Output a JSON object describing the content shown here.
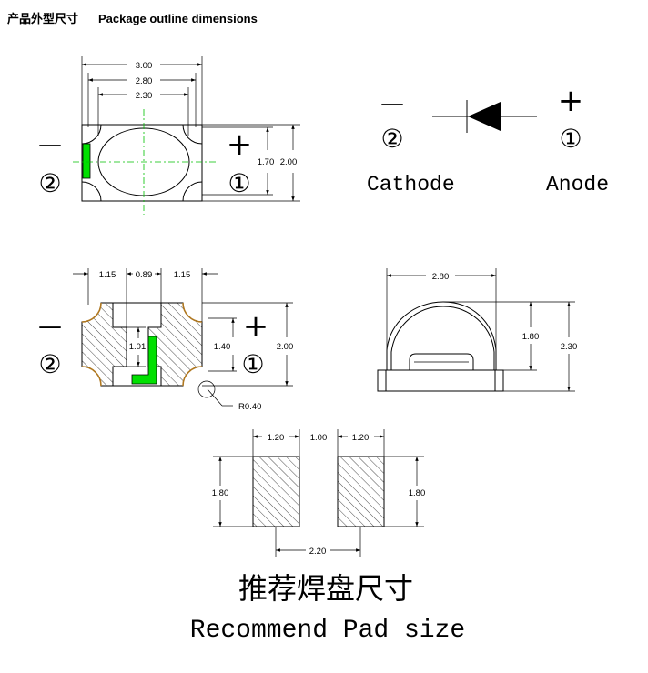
{
  "header": {
    "title_cn": "产品外型尺寸",
    "title_en": "Package outline dimensions"
  },
  "top_view": {
    "dims": {
      "overall_length": "3.00",
      "inner_length": "2.80",
      "lens_length": "2.30",
      "inner_height": "1.70",
      "overall_height": "2.00"
    },
    "minus_sign": "—",
    "plus_sign": "+",
    "pin2": "②",
    "pin1": "①"
  },
  "symbol": {
    "minus_sign": "—",
    "plus_sign": "+",
    "pin2": "②",
    "pin1": "①",
    "cathode_label": "Cathode",
    "anode_label": "Anode"
  },
  "bottom_view": {
    "dims": {
      "left_pad": "1.15",
      "gap": "0.89",
      "right_pad": "1.15",
      "center_height": "1.01",
      "pad_height": "1.40",
      "overall_height": "2.00",
      "corner_radius": "R0.40"
    },
    "minus_sign": "—",
    "plus_sign": "+",
    "pin2": "②",
    "pin1": "①"
  },
  "side_view": {
    "dims": {
      "width": "2.80",
      "dome_height": "1.80",
      "total_height": "2.30"
    }
  },
  "pad_layout": {
    "dims": {
      "left_width": "1.20",
      "gap": "1.00",
      "right_width": "1.20",
      "left_height": "1.80",
      "right_height": "1.80",
      "pitch": "2.20"
    },
    "caption_cn": "推荐焊盘尺寸",
    "caption_en": "Recommend Pad size"
  },
  "colors": {
    "polarity_mark": "#00e000",
    "center_line": "#00c000",
    "pad_outline": "#b07820"
  }
}
